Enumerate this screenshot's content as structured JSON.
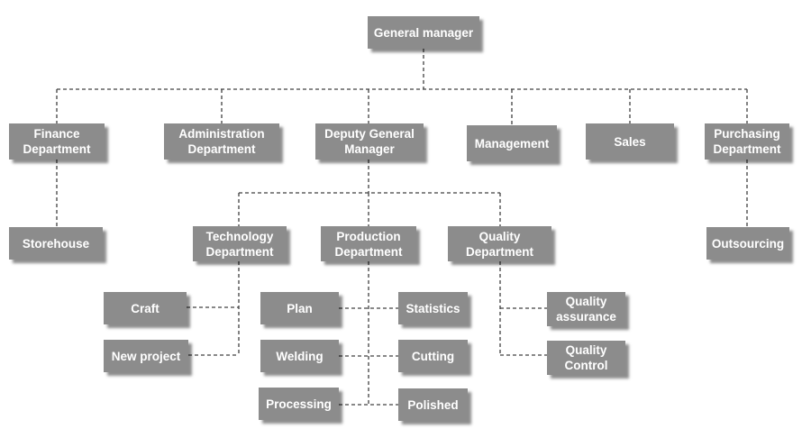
{
  "colors": {
    "box": "#8c8c8c",
    "text": "#ffffff",
    "line": "#404040"
  },
  "nodes": {
    "general_manager": "General manager",
    "finance": "Finance\nDepartment",
    "administration": "Administration\nDepartment",
    "deputy_gm": "Deputy General\nManager",
    "management": "Management",
    "sales": "Sales",
    "purchasing": "Purchasing\nDepartment",
    "storehouse": "Storehouse",
    "technology": "Technology\nDepartment",
    "production": "Production\nDepartment",
    "quality": "Quality\nDepartment",
    "outsourcing": "Outsourcing",
    "craft": "Craft",
    "new_project": "New project",
    "plan": "Plan",
    "statistics": "Statistics",
    "welding": "Welding",
    "cutting": "Cutting",
    "processing": "Processing",
    "polished": "Polished",
    "quality_assurance": "Quality\nassurance",
    "quality_control": "Quality\nControl"
  }
}
